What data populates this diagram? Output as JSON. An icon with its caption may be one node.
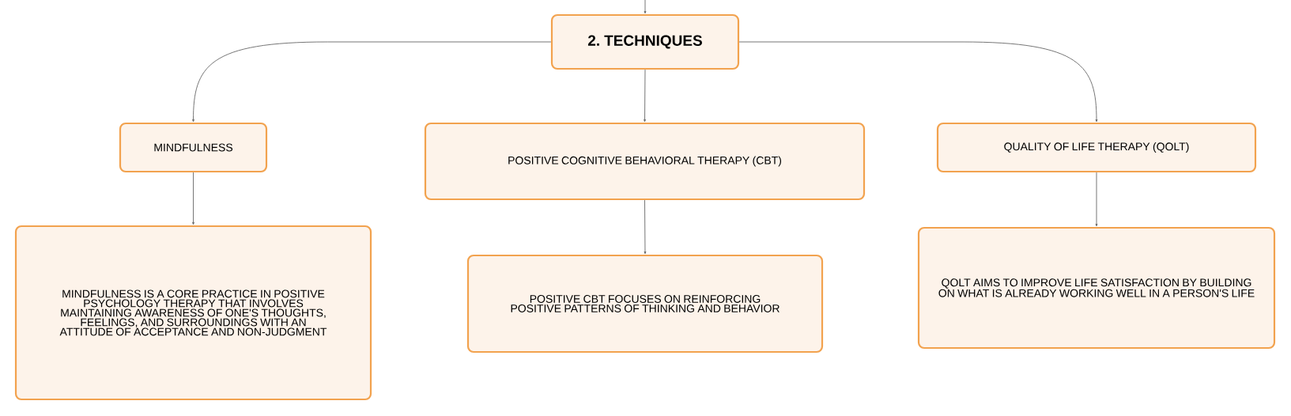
{
  "diagram": {
    "nodes": [
      {
        "text": [
          "2. TECHNIQUES"
        ]
      },
      {
        "text": [
          "MINDFULNESS"
        ]
      },
      {
        "text": [
          "POSITIVE COGNITIVE BEHAVIORAL THERAPY (CBT)"
        ]
      },
      {
        "text": [
          "QUALITY OF LIFE THERAPY (QOLT)"
        ]
      },
      {
        "text": [
          "MINDFULNESS IS A CORE PRACTICE IN POSITIVE PSYCHOLOGY THERAPY THAT INVOLVES MAINTAINING AWARENESS OF ONE'S THOUGHTS, FEELINGS, AND SURROUNDINGS WITH AN ATTITUDE OF ACCEPTANCE AND NON-JUDGMENT"
        ]
      },
      {
        "text": [
          "POSITIVE CBT FOCUSES ON REINFORCING POSITIVE PATTERNS OF THINKING AND BEHAVIOR"
        ]
      },
      {
        "text": [
          "QOLT AIMS TO IMPROVE LIFE SATISFACTION BY BUILDING ON WHAT IS ALREADY WORKING WELL IN A PERSON'S LIFE"
        ]
      }
    ],
    "edges": [
      {
        "from": null,
        "to": 0,
        "arrow": "to"
      },
      {
        "from": 0,
        "to": 1,
        "arrow": "to"
      },
      {
        "from": 0,
        "to": 2,
        "arrow": "to"
      },
      {
        "from": 0,
        "to": 3,
        "arrow": "to"
      },
      {
        "from": 1,
        "to": 4,
        "arrow": "to"
      },
      {
        "from": 2,
        "to": 5,
        "arrow": "to"
      },
      {
        "from": 3,
        "to": 6,
        "arrow": "to"
      }
    ]
  }
}
